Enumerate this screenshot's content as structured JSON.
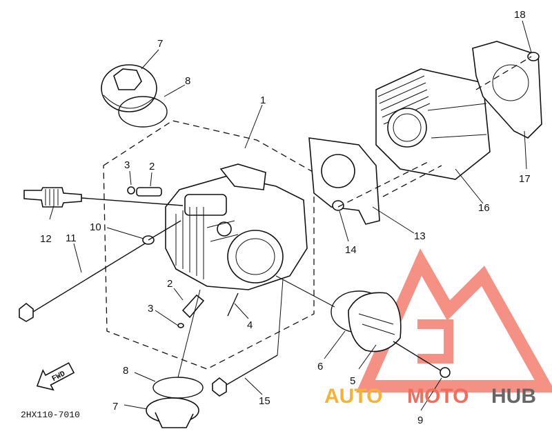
{
  "parts": [
    {
      "id": "p1",
      "label": "1"
    },
    {
      "id": "p2a",
      "label": "2"
    },
    {
      "id": "p2b",
      "label": "2"
    },
    {
      "id": "p3a",
      "label": "3"
    },
    {
      "id": "p3b",
      "label": "3"
    },
    {
      "id": "p4",
      "label": "4"
    },
    {
      "id": "p5",
      "label": "5"
    },
    {
      "id": "p6",
      "label": "6"
    },
    {
      "id": "p7a",
      "label": "7"
    },
    {
      "id": "p7b",
      "label": "7"
    },
    {
      "id": "p8a",
      "label": "8"
    },
    {
      "id": "p8b",
      "label": "8"
    },
    {
      "id": "p9",
      "label": "9"
    },
    {
      "id": "p10",
      "label": "10"
    },
    {
      "id": "p11",
      "label": "11"
    },
    {
      "id": "p12",
      "label": "12"
    },
    {
      "id": "p13",
      "label": "13"
    },
    {
      "id": "p14",
      "label": "14"
    },
    {
      "id": "p15",
      "label": "15"
    },
    {
      "id": "p16",
      "label": "16"
    },
    {
      "id": "p17",
      "label": "17"
    },
    {
      "id": "p18",
      "label": "18"
    }
  ],
  "fwd_label": "FWD",
  "drawing_code": "2HX110-7010",
  "watermark": {
    "auto": "AUTO",
    "moto": "MOTO",
    "hub": "HUB",
    "color_primary": "#f26d5b",
    "color_secondary": "#f5b335",
    "color_hub": "#666666"
  }
}
